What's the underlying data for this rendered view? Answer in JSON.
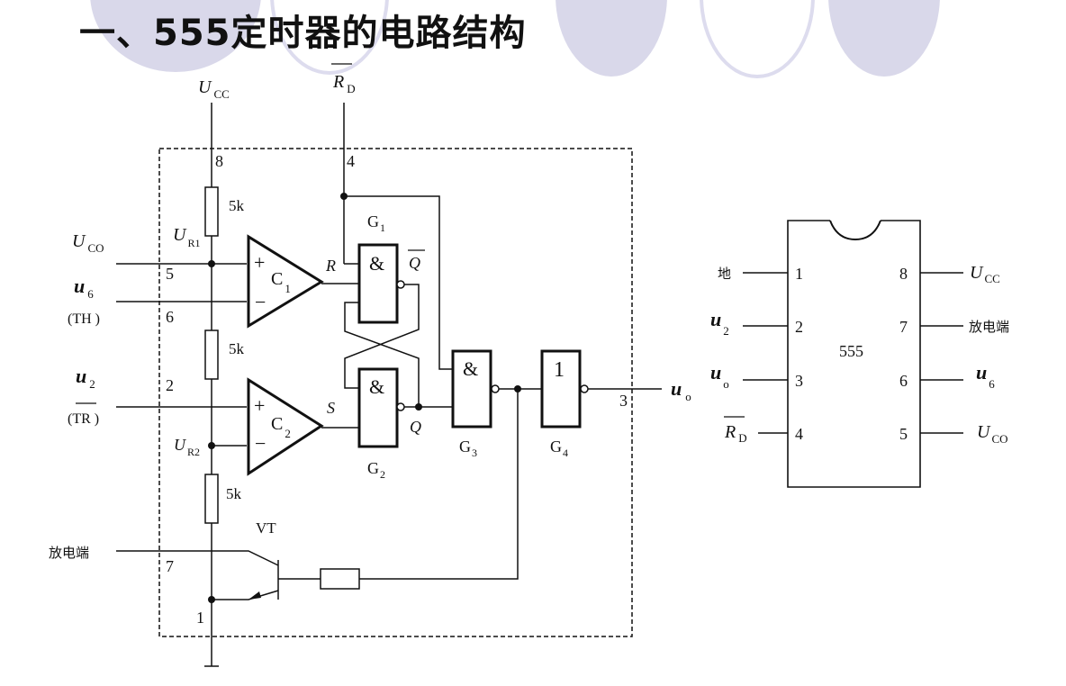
{
  "title": "一、555定时器的电路结构",
  "background": {
    "circle_fill": "#d9d8ea",
    "ring_stroke": "#dddcee"
  },
  "schematic": {
    "supply": {
      "symbol": "U",
      "sub": "CC",
      "pin": "8"
    },
    "reset": {
      "symbol": "R",
      "sub": "D",
      "pin": "4",
      "overbar": true
    },
    "control": {
      "symbol": "U",
      "sub": "CO",
      "pin": "5"
    },
    "threshold": {
      "symbol": "u",
      "sub": "6",
      "note": "(TH )",
      "pin": "6"
    },
    "trigger": {
      "symbol": "u",
      "sub": "2",
      "note": "(TR )",
      "pin": "2"
    },
    "discharge": {
      "label": "放电端",
      "pin": "7"
    },
    "ground": {
      "pin": "1"
    },
    "output": {
      "symbol": "u",
      "sub": "o",
      "pin": "3"
    },
    "resistors": [
      "5k",
      "5k",
      "5k"
    ],
    "nodes": {
      "ur1": {
        "symbol": "U",
        "sub": "R1"
      },
      "ur2": {
        "symbol": "U",
        "sub": "R2"
      }
    },
    "comparators": [
      {
        "name": "C",
        "sub": "1",
        "plus": "+",
        "minus": "−",
        "out_label": "R"
      },
      {
        "name": "C",
        "sub": "2",
        "plus": "+",
        "minus": "−",
        "out_label": "S"
      }
    ],
    "gates": [
      {
        "name": "G",
        "sub": "1",
        "symbol": "&"
      },
      {
        "name": "G",
        "sub": "2",
        "symbol": "&"
      },
      {
        "name": "G",
        "sub": "3",
        "symbol": "&"
      },
      {
        "name": "G",
        "sub": "4",
        "symbol": "1"
      }
    ],
    "latch_outputs": {
      "q": "Q",
      "qbar": "Q"
    },
    "transistor": "VT"
  },
  "chip": {
    "name": "555",
    "left_pins": [
      {
        "num": "1",
        "label": "地"
      },
      {
        "num": "2",
        "symbol": "u",
        "sub": "2"
      },
      {
        "num": "3",
        "symbol": "u",
        "sub": "o"
      },
      {
        "num": "4",
        "symbol": "R",
        "sub": "D",
        "overbar": true
      }
    ],
    "right_pins": [
      {
        "num": "8",
        "symbol": "U",
        "sub": "CC"
      },
      {
        "num": "7",
        "label": "放电端"
      },
      {
        "num": "6",
        "symbol": "u",
        "sub": "6"
      },
      {
        "num": "5",
        "symbol": "U",
        "sub": "CO"
      }
    ]
  }
}
